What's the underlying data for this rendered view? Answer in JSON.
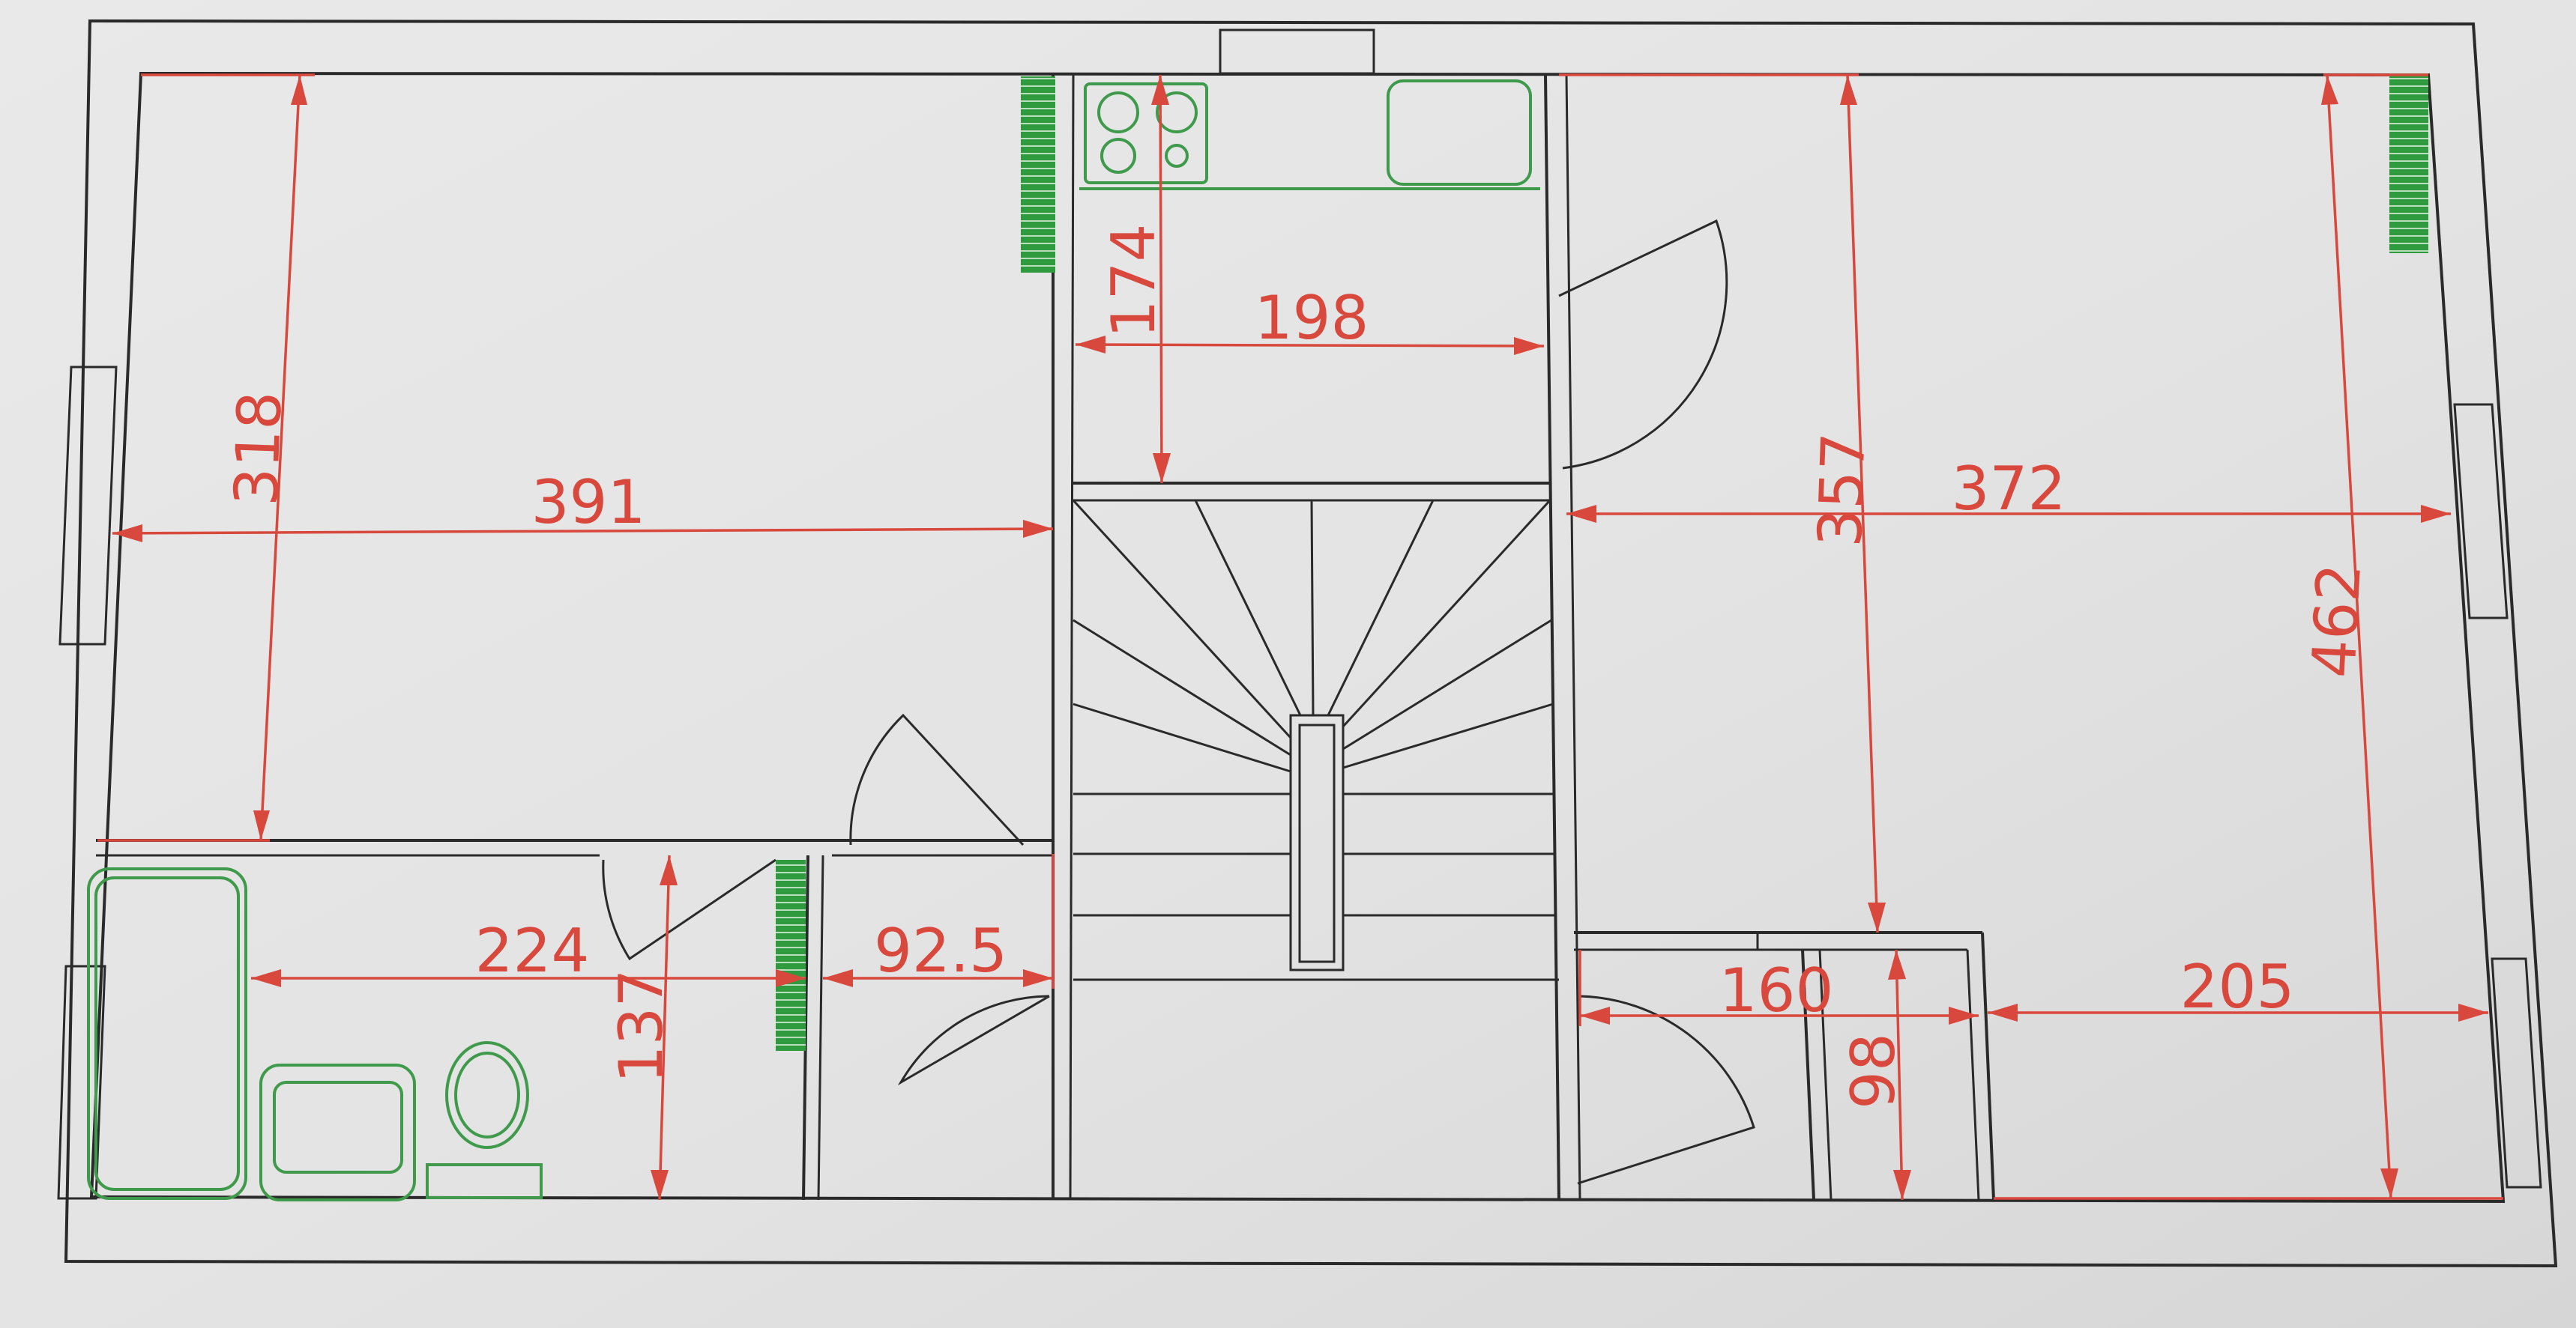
{
  "colors": {
    "paper": "#e4e4e4",
    "walls": "#2a2a2a",
    "dimensions": "#d8483c",
    "fixtures": "#3f9a4c"
  },
  "dimensions": {
    "left_room_height": "318",
    "left_room_width": "391",
    "kitchen_depth": "174",
    "kitchen_width": "198",
    "right_room_depth": "357",
    "right_room_width": "372",
    "right_total_height": "462",
    "bathroom_width": "224",
    "bathroom_height": "137",
    "wc_width": "92.5",
    "closet_width": "160",
    "closet_height": "98",
    "right_lower_width": "205"
  }
}
